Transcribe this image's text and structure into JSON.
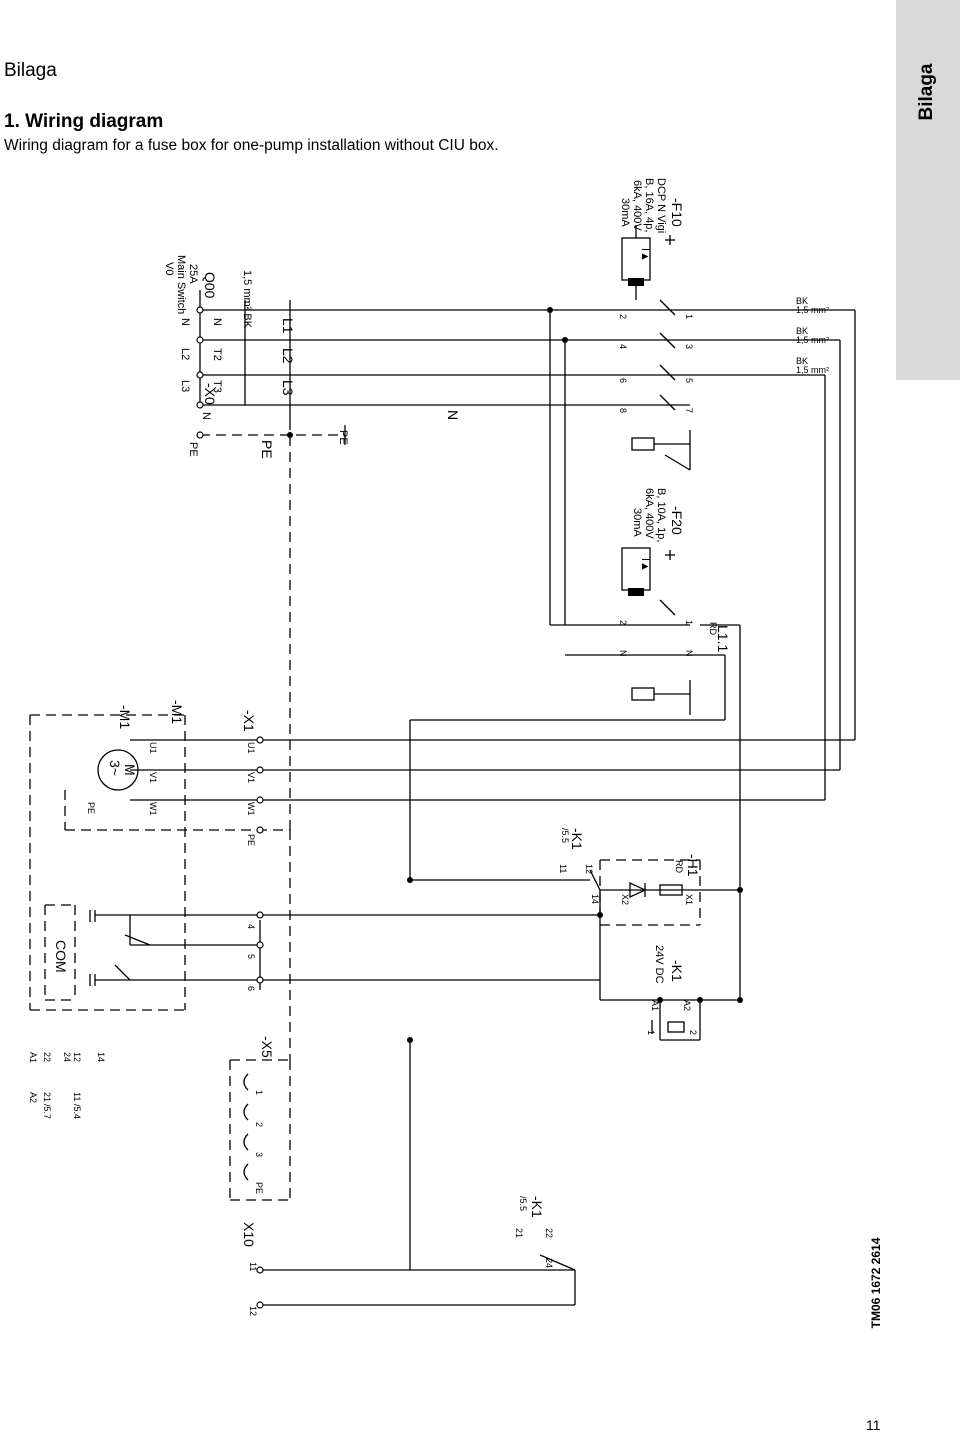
{
  "page": {
    "section": "Bilaga",
    "heading": "1. Wiring diagram",
    "caption": "Wiring diagram for a fuse box for one-pump installation without CIU box.",
    "side_tab": "Bilaga",
    "tm_code": "TM06 1672 2614",
    "page_number": "11"
  },
  "diagram": {
    "q00": {
      "tag": "Q00",
      "line1": "25A",
      "line2": "Main Switch",
      "line3": "V0"
    },
    "cable_spec": "1,5 mm² BK",
    "x0": {
      "tag": "-X0",
      "n": "N",
      "pe": "PE",
      "in": [
        "N",
        "L2",
        "L3"
      ],
      "out": [
        "N",
        "T2",
        "T3"
      ]
    },
    "buses": {
      "l1": "L1",
      "l2": "L2",
      "l3": "L3",
      "pe": "PE",
      "n": "N",
      "pe_right": "PE"
    },
    "f10": {
      "tag": "-F10",
      "line1": "DCP N Vigi",
      "line2": "B, 16A, 4p,",
      "line3": "6kA, 400V",
      "line4": "30mA",
      "symbol": "I▲",
      "top": [
        "2",
        "4",
        "6",
        "8"
      ],
      "bottom": [
        "1",
        "3",
        "5",
        "7"
      ]
    },
    "wire_specs": [
      {
        "color": "BK",
        "size": "1,5 mm²"
      },
      {
        "color": "BK",
        "size": "1,5 mm²"
      },
      {
        "color": "BK",
        "size": "1,5 mm²"
      }
    ],
    "f20": {
      "tag": "-F20",
      "line1": "B, 10A, 1p,",
      "line2": "6kA, 400V",
      "line3": "30mA",
      "symbol": "I▲",
      "top": [
        "2",
        "N"
      ],
      "bottom": [
        "1",
        "N"
      ],
      "wire": "RD"
    },
    "l11": "L1.1",
    "motor": {
      "tag_outer": "-M1",
      "tag_inner": "-M1",
      "symbol1": "M",
      "symbol2": "3~",
      "terminals": [
        "U1",
        "V1",
        "W1"
      ],
      "pe": "PE"
    },
    "x1": {
      "tag": "-X1",
      "terminals": [
        "U1",
        "V1",
        "W1",
        "PE"
      ],
      "aux": [
        "4",
        "5",
        "6"
      ]
    },
    "k1_contact": {
      "tag": "-K1",
      "ref": "/5.5",
      "pins": [
        "11",
        "12",
        "14"
      ]
    },
    "h1": {
      "tag": "-H1",
      "color": "RD",
      "x1": "X1",
      "x2": "X2"
    },
    "k1_coil": {
      "tag": "-K1",
      "voltage": "24V DC",
      "a1": "A1",
      "a2": "A2",
      "n1": "1",
      "n2": "2"
    },
    "com": "COM",
    "x5": {
      "tag": "-X5",
      "terminals": [
        "1",
        "2",
        "3",
        "PE"
      ]
    },
    "ref_block": {
      "left": [
        "A1",
        "A2"
      ],
      "mid": [
        "22",
        "21",
        "/5.7"
      ],
      "mid2": [
        "12",
        "24"
      ],
      "right": [
        "14",
        "11",
        "/5.4"
      ]
    },
    "k1_bottom": {
      "tag": "-K1",
      "ref": "/5.5",
      "pins": [
        "21",
        "22",
        "24"
      ]
    },
    "x10": {
      "tag": "X10",
      "terminals": [
        "11",
        "12"
      ]
    }
  }
}
